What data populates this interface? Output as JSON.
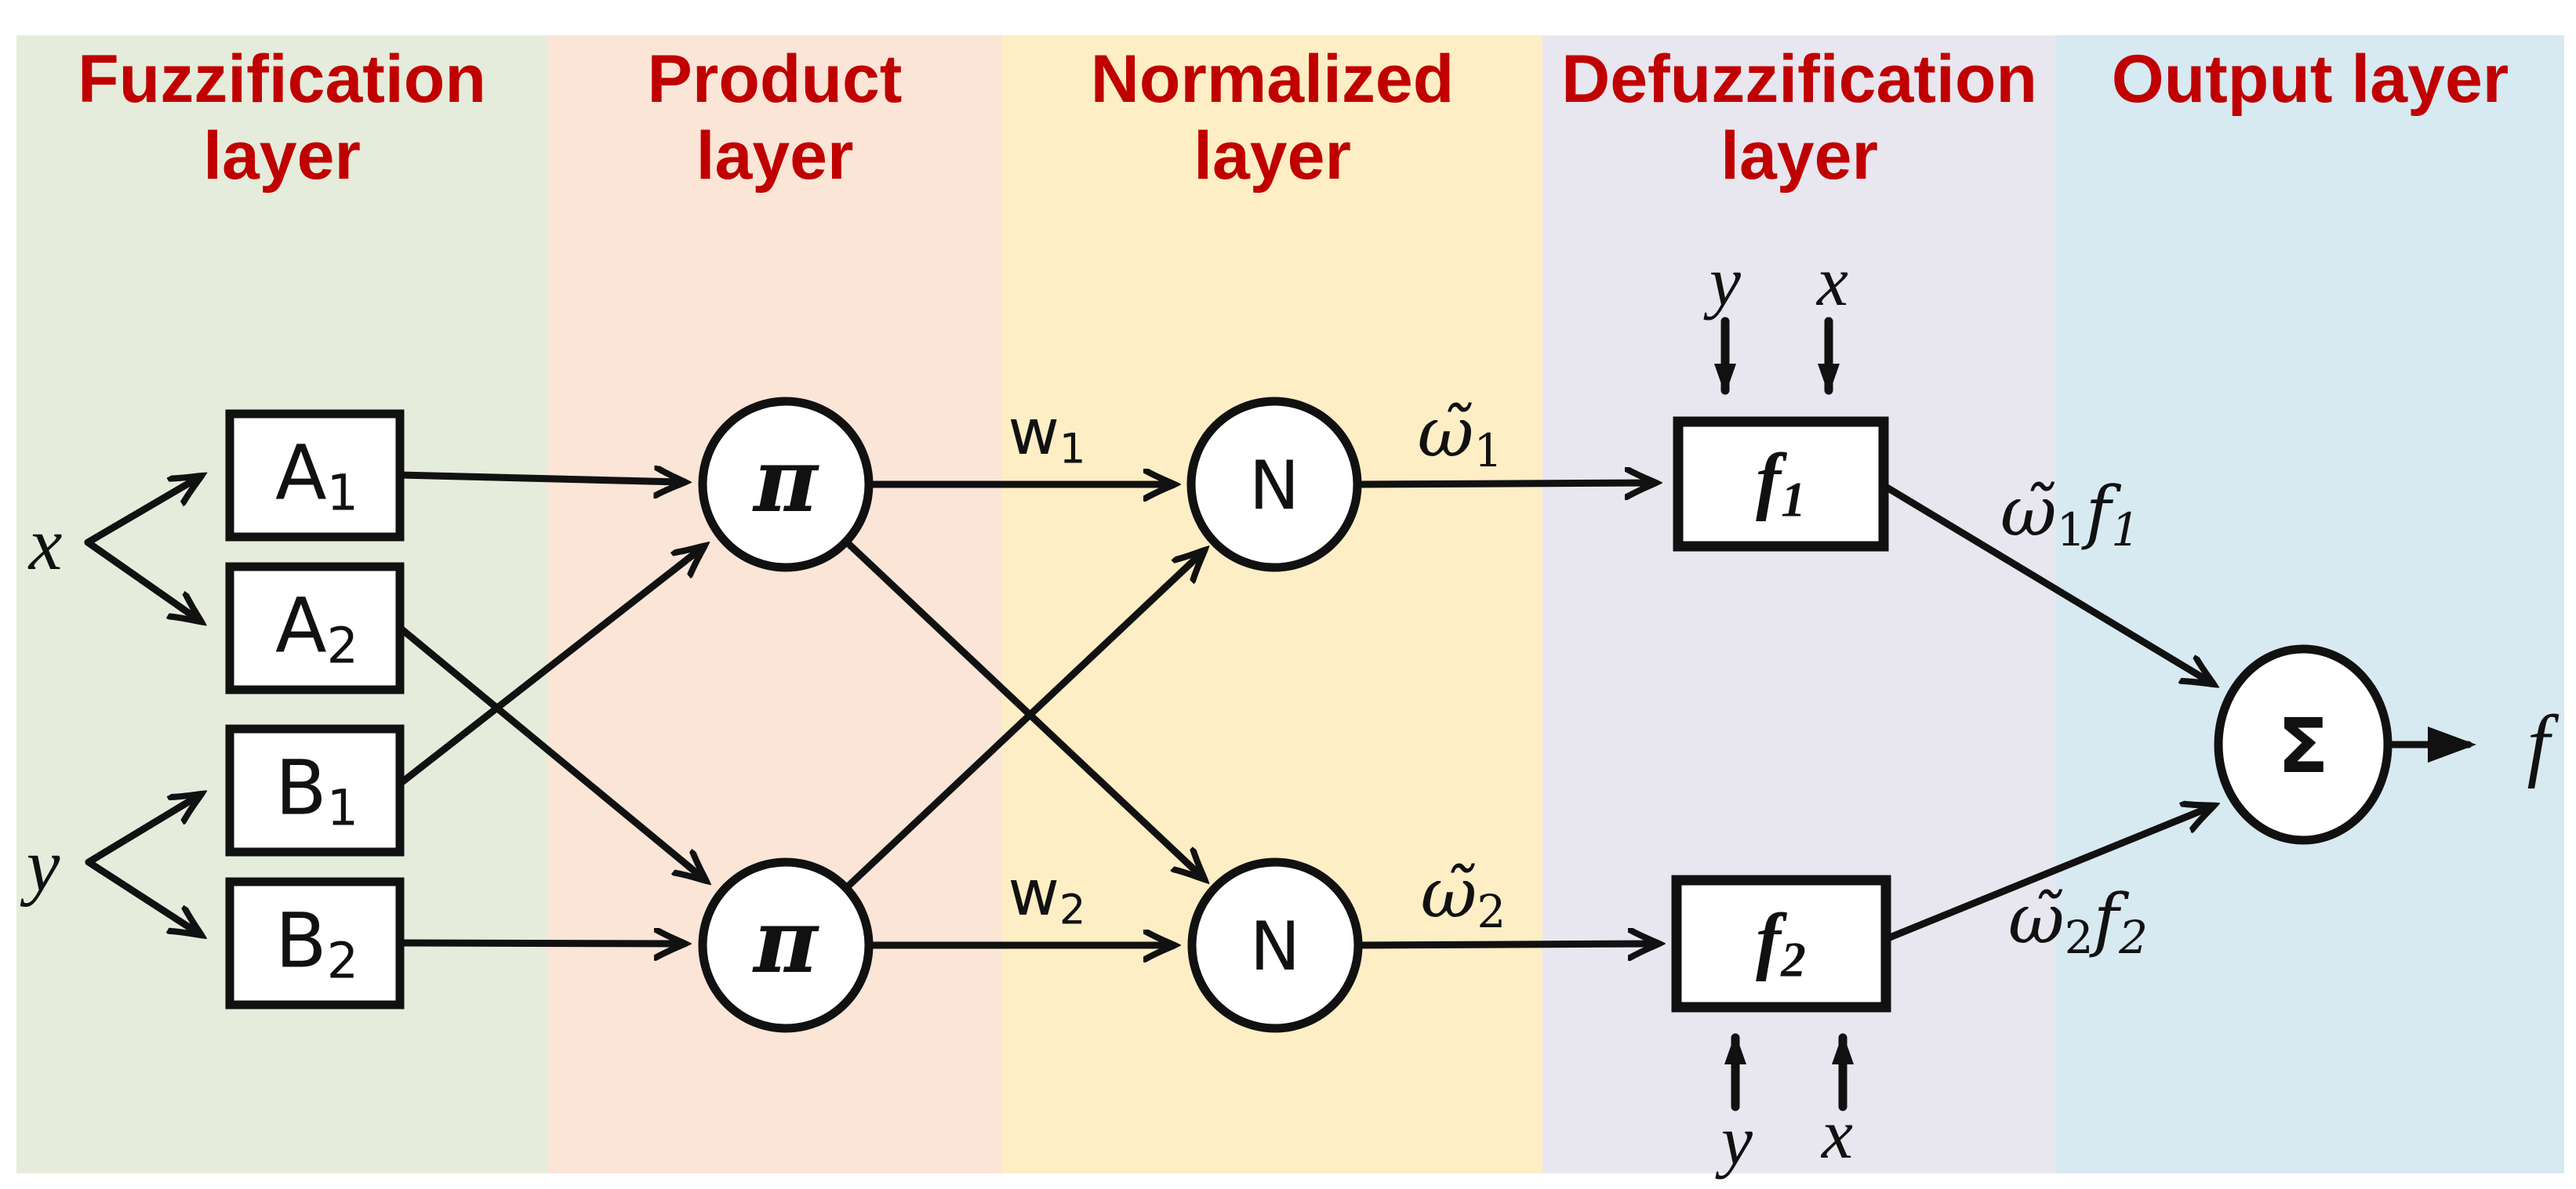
{
  "colors": {
    "header_text": "#c00000",
    "stroke": "#111111",
    "node_fill": "#ffffff",
    "background": "#ffffff"
  },
  "layers": [
    {
      "name": "Fuzzification layer",
      "line1": "Fuzzification",
      "line2": "layer",
      "color": "#e5ecdb"
    },
    {
      "name": "Product layer",
      "line1": "Product",
      "line2": "layer",
      "color": "#fae5d7"
    },
    {
      "name": "Normalized layer",
      "line1": "Normalized",
      "line2": "layer",
      "color": "#fdeec5"
    },
    {
      "name": "Defuzzification layer",
      "line1": "Defuzzification",
      "line2": "layer",
      "color": "#e8e6ef"
    },
    {
      "name": "Output layer",
      "line1": "Output layer",
      "line2": "",
      "color": "#d7e9f1"
    }
  ],
  "inputs": {
    "x": "x",
    "y": "y"
  },
  "nodes": {
    "a1": {
      "base": "A",
      "sub": "1"
    },
    "a2": {
      "base": "A",
      "sub": "2"
    },
    "b1": {
      "base": "B",
      "sub": "1"
    },
    "b2": {
      "base": "B",
      "sub": "2"
    },
    "pi1": "π",
    "pi2": "π",
    "n1": "N",
    "n2": "N",
    "f1": {
      "base": "f",
      "sub": "1"
    },
    "f2": {
      "base": "f",
      "sub": "2"
    },
    "sigma": "Σ"
  },
  "edges": {
    "w1": {
      "base": "w",
      "sub": "1"
    },
    "w2": {
      "base": "w",
      "sub": "2"
    },
    "om1": {
      "base": "ω̃",
      "sub": "1"
    },
    "om2": {
      "base": "ω̃",
      "sub": "2"
    },
    "om1f1": {
      "p0": "ω̃",
      "p1": "1",
      "p2": "f",
      "p3": "1"
    },
    "om2f2": {
      "p0": "ω̃",
      "p1": "2",
      "p2": "f",
      "p3": "2"
    },
    "defuzz_inputs_top": {
      "y": "y",
      "x": "x"
    },
    "defuzz_inputs_bottom": {
      "y": "y",
      "x": "x"
    },
    "output": "f"
  }
}
